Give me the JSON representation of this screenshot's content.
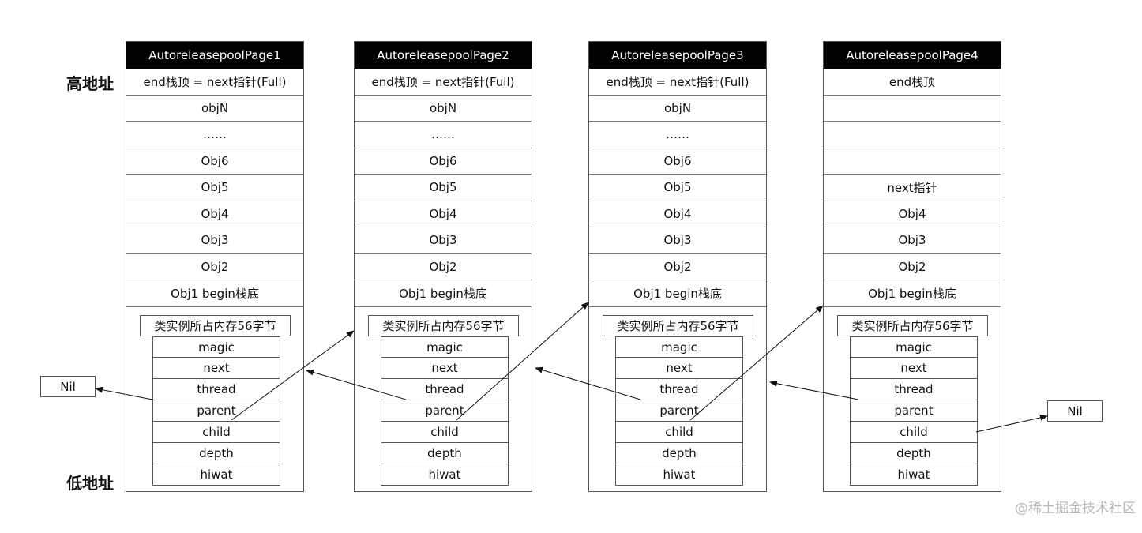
{
  "labels": {
    "high_address": "高地址",
    "low_address": "低地址",
    "nil": "Nil",
    "watermark": "@稀土掘金技术社区"
  },
  "pages": [
    {
      "title": "AutoreleasepoolPage1",
      "slots": [
        "end栈顶 = next指针(Full)",
        "objN",
        "……",
        "Obj6",
        "Obj5",
        "Obj4",
        "Obj3",
        "Obj2",
        "Obj1 begin栈底"
      ],
      "struct_title": "类实例所占内存56字节",
      "fields": [
        "magic",
        "next",
        "thread",
        "parent",
        "child",
        "depth",
        "hiwat"
      ]
    },
    {
      "title": "AutoreleasepoolPage2",
      "slots": [
        "end栈顶 = next指针(Full)",
        "objN",
        "……",
        "Obj6",
        "Obj5",
        "Obj4",
        "Obj3",
        "Obj2",
        "Obj1 begin栈底"
      ],
      "struct_title": "类实例所占内存56字节",
      "fields": [
        "magic",
        "next",
        "thread",
        "parent",
        "child",
        "depth",
        "hiwat"
      ]
    },
    {
      "title": "AutoreleasepoolPage3",
      "slots": [
        "end栈顶 = next指针(Full)",
        "objN",
        "……",
        "Obj6",
        "Obj5",
        "Obj4",
        "Obj3",
        "Obj2",
        "Obj1 begin栈底"
      ],
      "struct_title": "类实例所占内存56字节",
      "fields": [
        "magic",
        "next",
        "thread",
        "parent",
        "child",
        "depth",
        "hiwat"
      ]
    },
    {
      "title": "AutoreleasepoolPage4",
      "slots": [
        "end栈顶",
        "",
        "",
        "",
        "next指针",
        "Obj4",
        "Obj3",
        "Obj2",
        "Obj1 begin栈底"
      ],
      "struct_title": "类实例所占内存56字节",
      "fields": [
        "magic",
        "next",
        "thread",
        "parent",
        "child",
        "depth",
        "hiwat"
      ]
    }
  ]
}
